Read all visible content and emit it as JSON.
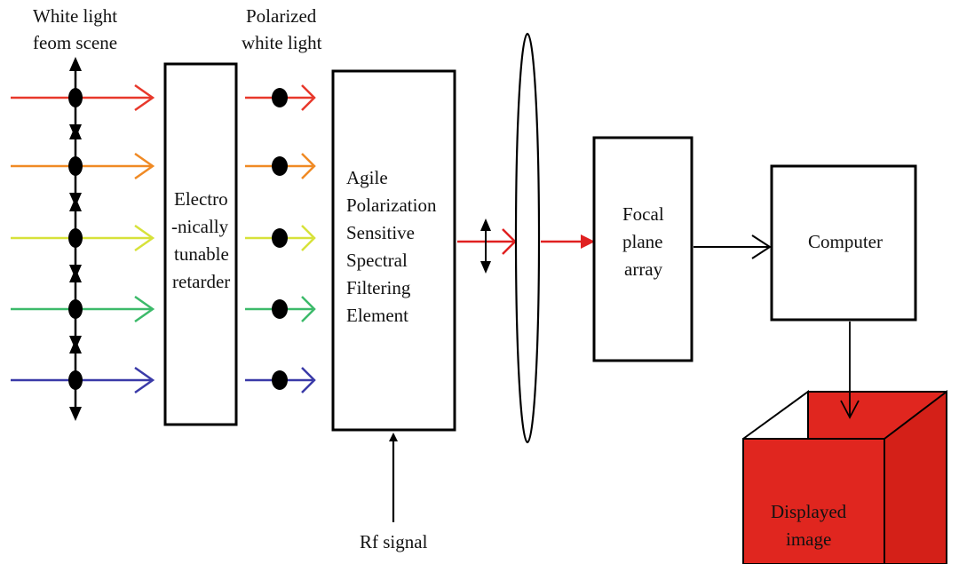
{
  "labels": {
    "input_line1": "White light",
    "input_line2": "feom scene",
    "polarized_line1": "Polarized",
    "polarized_line2": "white light",
    "retarder_line1": "Electro",
    "retarder_line2": "-nically",
    "retarder_line3": "tunable",
    "retarder_line4": "retarder",
    "filter_line1": "Agile",
    "filter_line2": "Polarization",
    "filter_line3": "Sensitive",
    "filter_line4": "Spectral",
    "filter_line5": "Filtering",
    "filter_line6": "Element",
    "fpa_line1": "Focal",
    "fpa_line2": "plane",
    "fpa_line3": "array",
    "computer": "Computer",
    "display_line1": "Displayed",
    "display_line2": "image",
    "rf": "Rf signal"
  },
  "colors": {
    "beams": [
      "#e8382b",
      "#f08a24",
      "#d7e23a",
      "#3cba6a",
      "#3a3aa8"
    ],
    "output_beam": "#e02020",
    "display_fill": "#e0261f",
    "display_side": "#d42018"
  }
}
